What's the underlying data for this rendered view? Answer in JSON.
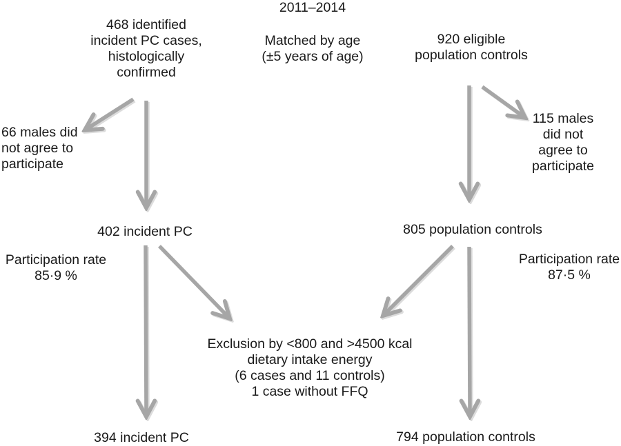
{
  "figure": {
    "colors": {
      "arrow": "#a6a6a6",
      "arrow_shadow": "#dcdcdc",
      "text": "#1a1a1a",
      "background": "#ffffff"
    },
    "nodes": {
      "study_period": "2011–2014",
      "matching_note": "Matched by age\n(±5 years of age)",
      "cases_identified": "468 identified\nincident PC cases,\nhistologically\nconfirmed",
      "controls_eligible": "920 eligible\npopulation controls",
      "cases_nonparticipants": "66 males did\nnot agree to\nparticipate",
      "controls_nonparticipants": "115 males\ndid not\nagree to\nparticipate",
      "cases_participants": "402 incident PC",
      "controls_participants": "805 population controls",
      "cases_participation_rate": "Participation rate\n85·9 %",
      "controls_participation_rate": "Participation rate\n87·5 %",
      "exclusion_criteria": "Exclusion by <800 and >4500 kcal\ndietary intake energy\n(6 cases and 11 controls)\n1 case without FFQ",
      "cases_final": "394 incident PC",
      "controls_final": "794 population controls"
    }
  }
}
